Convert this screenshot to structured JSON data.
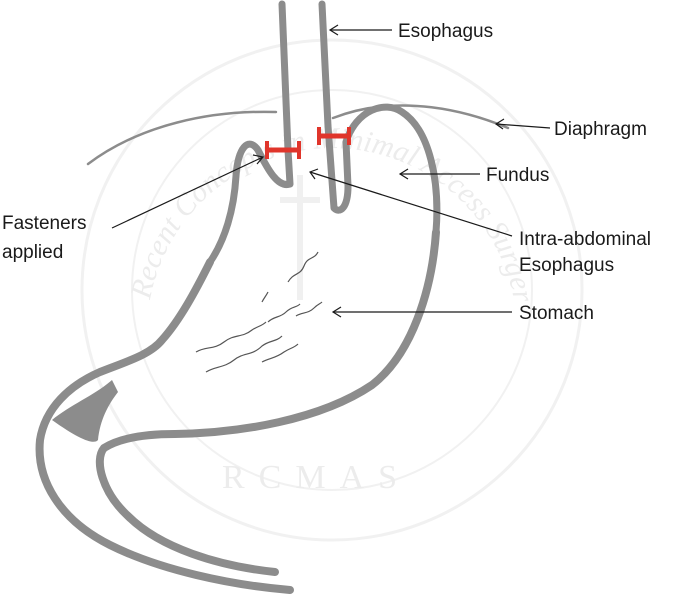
{
  "watermark": {
    "ring_text": "Recent Concepts in Minimal Access Surgery",
    "initials": "RCMAS"
  },
  "labels": {
    "esophagus": "Esophagus",
    "diaphragm": "Diaphragm",
    "fundus": "Fundus",
    "fasteners_line1": "Fasteners",
    "fasteners_line2": "applied",
    "intra_line1": "Intra-abdominal",
    "intra_line2": "Esophagus",
    "stomach": "Stomach"
  },
  "colors": {
    "organ_wall": "#8c8c8c",
    "fastener": "#e0352b",
    "text": "#1a1a1a",
    "watermark": "#ececec"
  }
}
